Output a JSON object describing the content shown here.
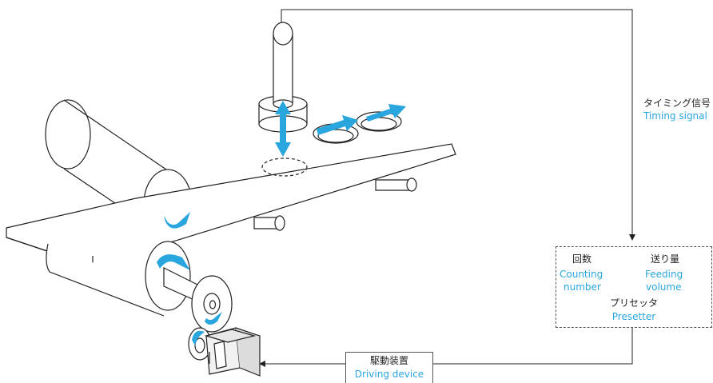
{
  "colors": {
    "accent": "#2aa6df",
    "line": "#222222",
    "background": "#ffffff"
  },
  "timing_signal": {
    "jp": "タイミング信号",
    "en": "Timing signal"
  },
  "presetter": {
    "counting_jp": "回数",
    "counting_en_line1": "Counting",
    "counting_en_line2": "number",
    "feeding_jp": "送り量",
    "feeding_en_line1": "Feeding",
    "feeding_en_line2": "volume",
    "title_jp": "プリセッタ",
    "title_en": "Presetter"
  },
  "driving_device": {
    "jp": "駆動装置",
    "en": "Driving device"
  }
}
